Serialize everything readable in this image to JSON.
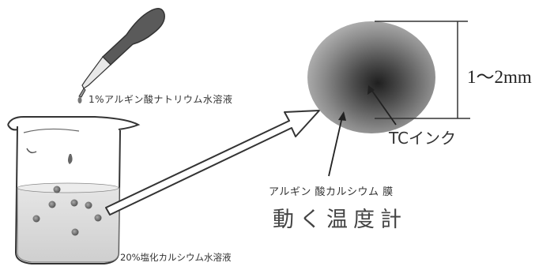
{
  "labels": {
    "alginate_solution": "1%アルギン酸ナトリウム水溶液",
    "calcium_chloride": "20%塩化カルシウム水溶液",
    "membrane": "アルギン 酸カルシウム 膜",
    "title": "動く温度計",
    "ink": "TCインク",
    "size": "1〜2mm"
  },
  "colors": {
    "outline": "#333333",
    "bead": "#6f6f6f",
    "liquid": "#dcdcdc",
    "capsule_outer": "#8d8d8d",
    "capsule_core": "#3e3e3e"
  },
  "icons": [
    "dropper-icon",
    "beaker-icon",
    "capsule-icon",
    "arrow-icon"
  ]
}
